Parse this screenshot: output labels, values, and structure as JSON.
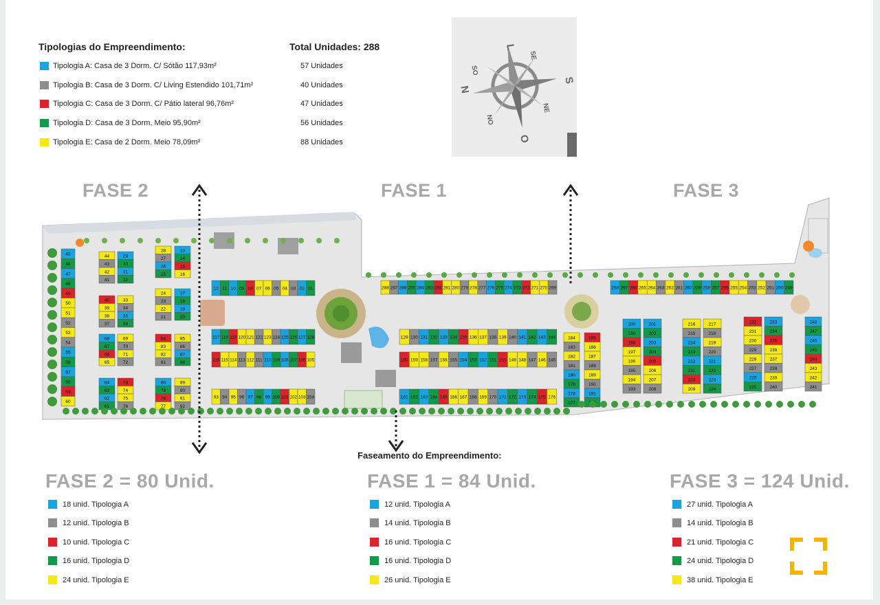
{
  "header": {
    "title": "Tipologias do Empreendimento:",
    "total": "Total Unidades: 288"
  },
  "tipologias": [
    {
      "label": "Tipologia A: Casa de 3 Dorm. C/ Sótão 117,93m²",
      "count": "57 Unidades",
      "color": "#1aa3dc"
    },
    {
      "label": "Tipologia B: Casa de 3 Dorm. C/ Living Estendido 101,71m²",
      "count": "40 Unidades",
      "color": "#8e8e8e"
    },
    {
      "label": "Tipologia C: Casa de 3 Dorm. C/ Pátio lateral 96,76m²",
      "count": "47 Unidades",
      "color": "#d8242a"
    },
    {
      "label": "Tipologia D: Casa de 3 Dorm. Meio 95,90m²",
      "count": "56 Unidades",
      "color": "#14984a"
    },
    {
      "label": "Tipologia E: Casa de 2 Dorm. Meio 78,09m²",
      "count": "88 Unidades",
      "color": "#f4e81a"
    }
  ],
  "compass": {
    "labels": [
      "L",
      "N",
      "S",
      "O",
      "NE",
      "SE",
      "NO",
      "SO"
    ]
  },
  "map": {
    "fase_labels": [
      "FASE 2",
      "FASE 1",
      "FASE 3"
    ],
    "faseamento_title": "Faseamento do Empreendimento:"
  },
  "phases": [
    {
      "title": "FASE 2 = 80 Unid.",
      "items": [
        {
          "label": "18 unid. Tipologia A",
          "color": "#1aa3dc"
        },
        {
          "label": "12 unid. Tipologia B",
          "color": "#8e8e8e"
        },
        {
          "label": "10 unid. Tipologia C",
          "color": "#d8242a"
        },
        {
          "label": "16 unid. Tipologia D",
          "color": "#14984a"
        },
        {
          "label": "24 unid. Tipologia E",
          "color": "#f4e81a"
        }
      ]
    },
    {
      "title": "FASE 1 = 84 Unid.",
      "items": [
        {
          "label": "12 unid. Tipologia A",
          "color": "#1aa3dc"
        },
        {
          "label": "14 unid. Tipologia B",
          "color": "#8e8e8e"
        },
        {
          "label": "16 unid. Tipologia C",
          "color": "#d8242a"
        },
        {
          "label": "16 unid. Tipologia D",
          "color": "#14984a"
        },
        {
          "label": "26 unid. Tipologia E",
          "color": "#f4e81a"
        }
      ]
    },
    {
      "title": "FASE 3 = 124 Unid.",
      "items": [
        {
          "label": "27 unid. Tipologia A",
          "color": "#1aa3dc"
        },
        {
          "label": "14 unid. Tipologia B",
          "color": "#8e8e8e"
        },
        {
          "label": "21 unid. Tipologia C",
          "color": "#d8242a"
        },
        {
          "label": "24 unid. Tipologia D",
          "color": "#14984a"
        },
        {
          "label": "38 unid. Tipologia E",
          "color": "#f4e81a"
        }
      ]
    }
  ],
  "lots": {
    "fase2_col1": [
      "45",
      "46",
      "47",
      "48",
      "49",
      "50",
      "51",
      "52",
      "53",
      "54",
      "55",
      "56",
      "57",
      "58",
      "59",
      "60"
    ],
    "fase2_col2a": [
      "44",
      "43",
      "42",
      "41",
      "40",
      "39",
      "38",
      "37"
    ],
    "fase2_col2b": [
      "29",
      "30",
      "31",
      "32",
      "33",
      "34",
      "35",
      "36"
    ],
    "fase2_col3a": [
      "68",
      "67",
      "66",
      "65",
      "64",
      "63",
      "62",
      "61"
    ],
    "fase2_col3b": [
      "69",
      "70",
      "71",
      "72",
      "73",
      "74",
      "75",
      "76"
    ],
    "fase2_col4a": [
      "28",
      "27",
      "26",
      "25",
      "24",
      "23",
      "22",
      "21"
    ],
    "fase2_col4b": [
      "13",
      "14",
      "15",
      "16",
      "17",
      "18",
      "19",
      "20"
    ],
    "fase2_col5a": [
      "84",
      "83",
      "82",
      "81",
      "80",
      "79",
      "78",
      "77"
    ],
    "fase2_col5b": [
      "85",
      "86",
      "87",
      "88",
      "89",
      "90",
      "91",
      "92"
    ],
    "fase2_top": [
      "12",
      "11",
      "10",
      "09",
      "08",
      "07",
      "06",
      "05",
      "04",
      "03",
      "02",
      "01"
    ],
    "fase1_row1": [
      "117",
      "118",
      "119",
      "120",
      "121",
      "122",
      "123",
      "124",
      "125",
      "126",
      "127",
      "128"
    ],
    "fase1_row2": [
      "116",
      "115",
      "114",
      "113",
      "112",
      "111",
      "110",
      "109",
      "108",
      "107",
      "106",
      "105"
    ],
    "fase1_row3": [
      "93",
      "94",
      "95",
      "96",
      "97",
      "98",
      "99",
      "100",
      "101",
      "102",
      "103",
      "104"
    ],
    "fase1_top": [
      "288",
      "287",
      "286",
      "285",
      "284",
      "283",
      "282",
      "281",
      "280",
      "279",
      "278",
      "277",
      "276",
      "275",
      "274",
      "273",
      "272",
      "271",
      "270",
      "269"
    ],
    "fase1_mid1": [
      "129",
      "130",
      "131",
      "132",
      "133",
      "134",
      "135",
      "136",
      "137",
      "138",
      "139",
      "140",
      "141",
      "142",
      "143",
      "144"
    ],
    "fase1_mid2": [
      "160",
      "159",
      "158",
      "157",
      "156",
      "155",
      "154",
      "153",
      "152",
      "151",
      "150",
      "149",
      "148",
      "147",
      "146",
      "145"
    ],
    "fase1_bot": [
      "161",
      "162",
      "163",
      "164",
      "165",
      "166",
      "167",
      "168",
      "169",
      "170",
      "171",
      "172",
      "173",
      "174",
      "175",
      "176"
    ],
    "fase1_colA": [
      "184",
      "183",
      "182",
      "181",
      "180",
      "179",
      "178",
      "177"
    ],
    "fase1_colB": [
      "185",
      "186",
      "187",
      "188",
      "189",
      "190",
      "191",
      "192"
    ],
    "fase3_top": [
      "268",
      "267",
      "266",
      "265",
      "264",
      "263",
      "262",
      "261",
      "260",
      "259",
      "258",
      "257",
      "256",
      "255",
      "254",
      "253",
      "252",
      "251",
      "250",
      "249"
    ],
    "fase3_c1a": [
      "200",
      "199",
      "198",
      "197",
      "196",
      "195",
      "194",
      "193"
    ],
    "fase3_c1b": [
      "201",
      "202",
      "203",
      "204",
      "205",
      "206",
      "207",
      "208"
    ],
    "fase3_c2a": [
      "216",
      "215",
      "214",
      "213",
      "212",
      "211",
      "210",
      "209"
    ],
    "fase3_c2b": [
      "217",
      "218",
      "219",
      "220",
      "221",
      "222",
      "223",
      "224"
    ],
    "fase3_c3a": [
      "232",
      "231",
      "230",
      "229",
      "228",
      "227",
      "226",
      "225"
    ],
    "fase3_c3b": [
      "233",
      "234",
      "235",
      "236",
      "237",
      "238",
      "239",
      "240"
    ],
    "fase3_c4": [
      "248",
      "247",
      "246",
      "245",
      "244",
      "243",
      "242",
      "241"
    ]
  }
}
